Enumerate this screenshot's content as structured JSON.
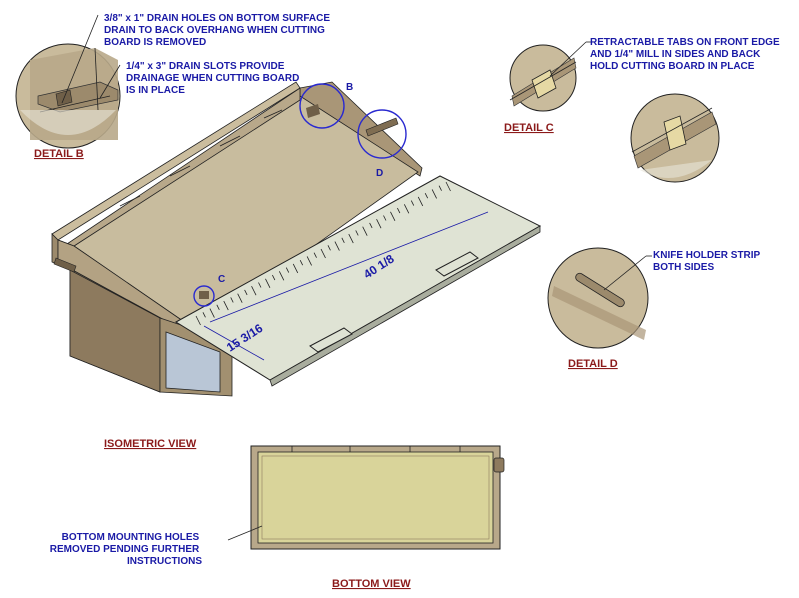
{
  "notes": {
    "drain_holes": [
      "3/8\" x 1\" DRAIN HOLES ON BOTTOM SURFACE",
      "DRAIN TO BACK OVERHANG WHEN CUTTING",
      "BOARD IS REMOVED"
    ],
    "drain_slots": [
      "1/4\" x 3\" DRAIN SLOTS PROVIDE",
      "DRAINAGE WHEN CUTTING BOARD",
      "IS IN PLACE"
    ],
    "tabs": [
      "RETRACTABLE TABS ON FRONT EDGE",
      "AND 1/4\" MILL IN SIDES AND BACK",
      "HOLD CUTTING BOARD IN PLACE"
    ],
    "knife": [
      "KNIFE HOLDER STRIP",
      "BOTH SIDES"
    ],
    "mounting": [
      "BOTTOM MOUNTING HOLES",
      "REMOVED PENDING FURTHER",
      "INSTRUCTIONS"
    ]
  },
  "titles": {
    "detail_b": "DETAIL  B",
    "detail_c": "DETAIL  C",
    "detail_d": "DETAIL  D",
    "iso": "ISOMETRIC VIEW",
    "bottom": "BOTTOM VIEW"
  },
  "callouts": {
    "b": "B",
    "c": "C",
    "d": "D"
  },
  "dimensions": {
    "length": "40 1/8",
    "width": "15 3/16"
  },
  "colors": {
    "wood": "#b8a88a",
    "wood_dark": "#8d7a5e",
    "board": "#dfe3d4",
    "bottom_panel": "#d9d49a",
    "note_blue": "#1a1aa6",
    "title_red": "#8b1a1a"
  }
}
